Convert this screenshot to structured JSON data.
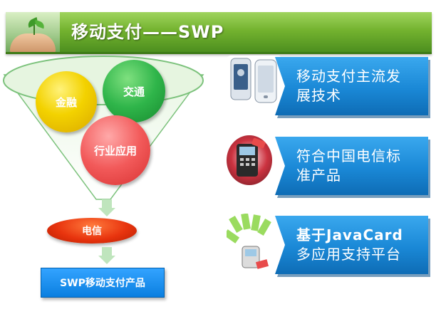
{
  "header": {
    "title": "移动支付——SWP"
  },
  "funnel": {
    "circles": [
      {
        "label": "金融",
        "color": "#f3d200"
      },
      {
        "label": "交通",
        "color": "#2fb54a"
      },
      {
        "label": "行业应用",
        "color": "#f25a5a"
      }
    ],
    "telecom_label": "电信",
    "product_label": "SWP移动支付产品",
    "arrow_color": "#bfe5bd"
  },
  "features": [
    {
      "line1": "移动支付主流发",
      "line2": "展技术",
      "icon": "smartphones-icon"
    },
    {
      "line1": "符合中国电信标",
      "line2": "准产品",
      "icon": "pos-terminal-icon"
    },
    {
      "line1": "基于JavaCard",
      "line2": "多应用支持平台",
      "icon": "contactless-card-icon"
    }
  ],
  "colors": {
    "banner_blue": "#1a88d6",
    "title_green": "#74b32f"
  }
}
